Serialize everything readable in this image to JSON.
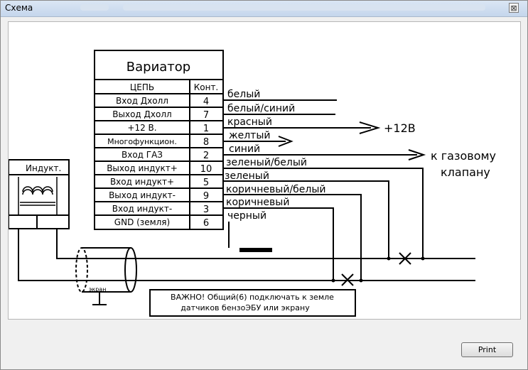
{
  "window": {
    "title": "Схема",
    "close_symbol": "⊠"
  },
  "diagram": {
    "table_title": "Вариатор",
    "headers": {
      "circuit": "ЦЕПЬ",
      "pin": "Конт."
    },
    "rows": [
      {
        "circuit": "Вход Дхолл",
        "pin": "4",
        "wire": "белый"
      },
      {
        "circuit": "Выход Дхолл",
        "pin": "7",
        "wire": "белый/синий"
      },
      {
        "circuit": "+12 В.",
        "pin": "1",
        "wire": "красный"
      },
      {
        "circuit": "Многофункцион.",
        "pin": "8",
        "wire": "желтый"
      },
      {
        "circuit": "Вход ГАЗ",
        "pin": "2",
        "wire": "синий"
      },
      {
        "circuit": "Выход индукт+",
        "pin": "10",
        "wire": "зеленый/белый"
      },
      {
        "circuit": "Вход индукт+",
        "pin": "5",
        "wire": "зеленый"
      },
      {
        "circuit": "Выход индукт-",
        "pin": "9",
        "wire": "коричневый/белый"
      },
      {
        "circuit": "Вход индукт-",
        "pin": "3",
        "wire": "коричневый"
      },
      {
        "circuit": "GND (земля)",
        "pin": "6",
        "wire": "черный"
      }
    ],
    "labels": {
      "plus12": "+12В",
      "gas_line1": "к газовому",
      "gas_line2": "клапану",
      "inductor": "Индукт.",
      "shield": "экран",
      "note_line1": "ВАЖНО! Общий(6) подключать к земле",
      "note_line2": "датчиков бензоЭБУ или экрану"
    }
  },
  "buttons": {
    "print": "Print"
  }
}
